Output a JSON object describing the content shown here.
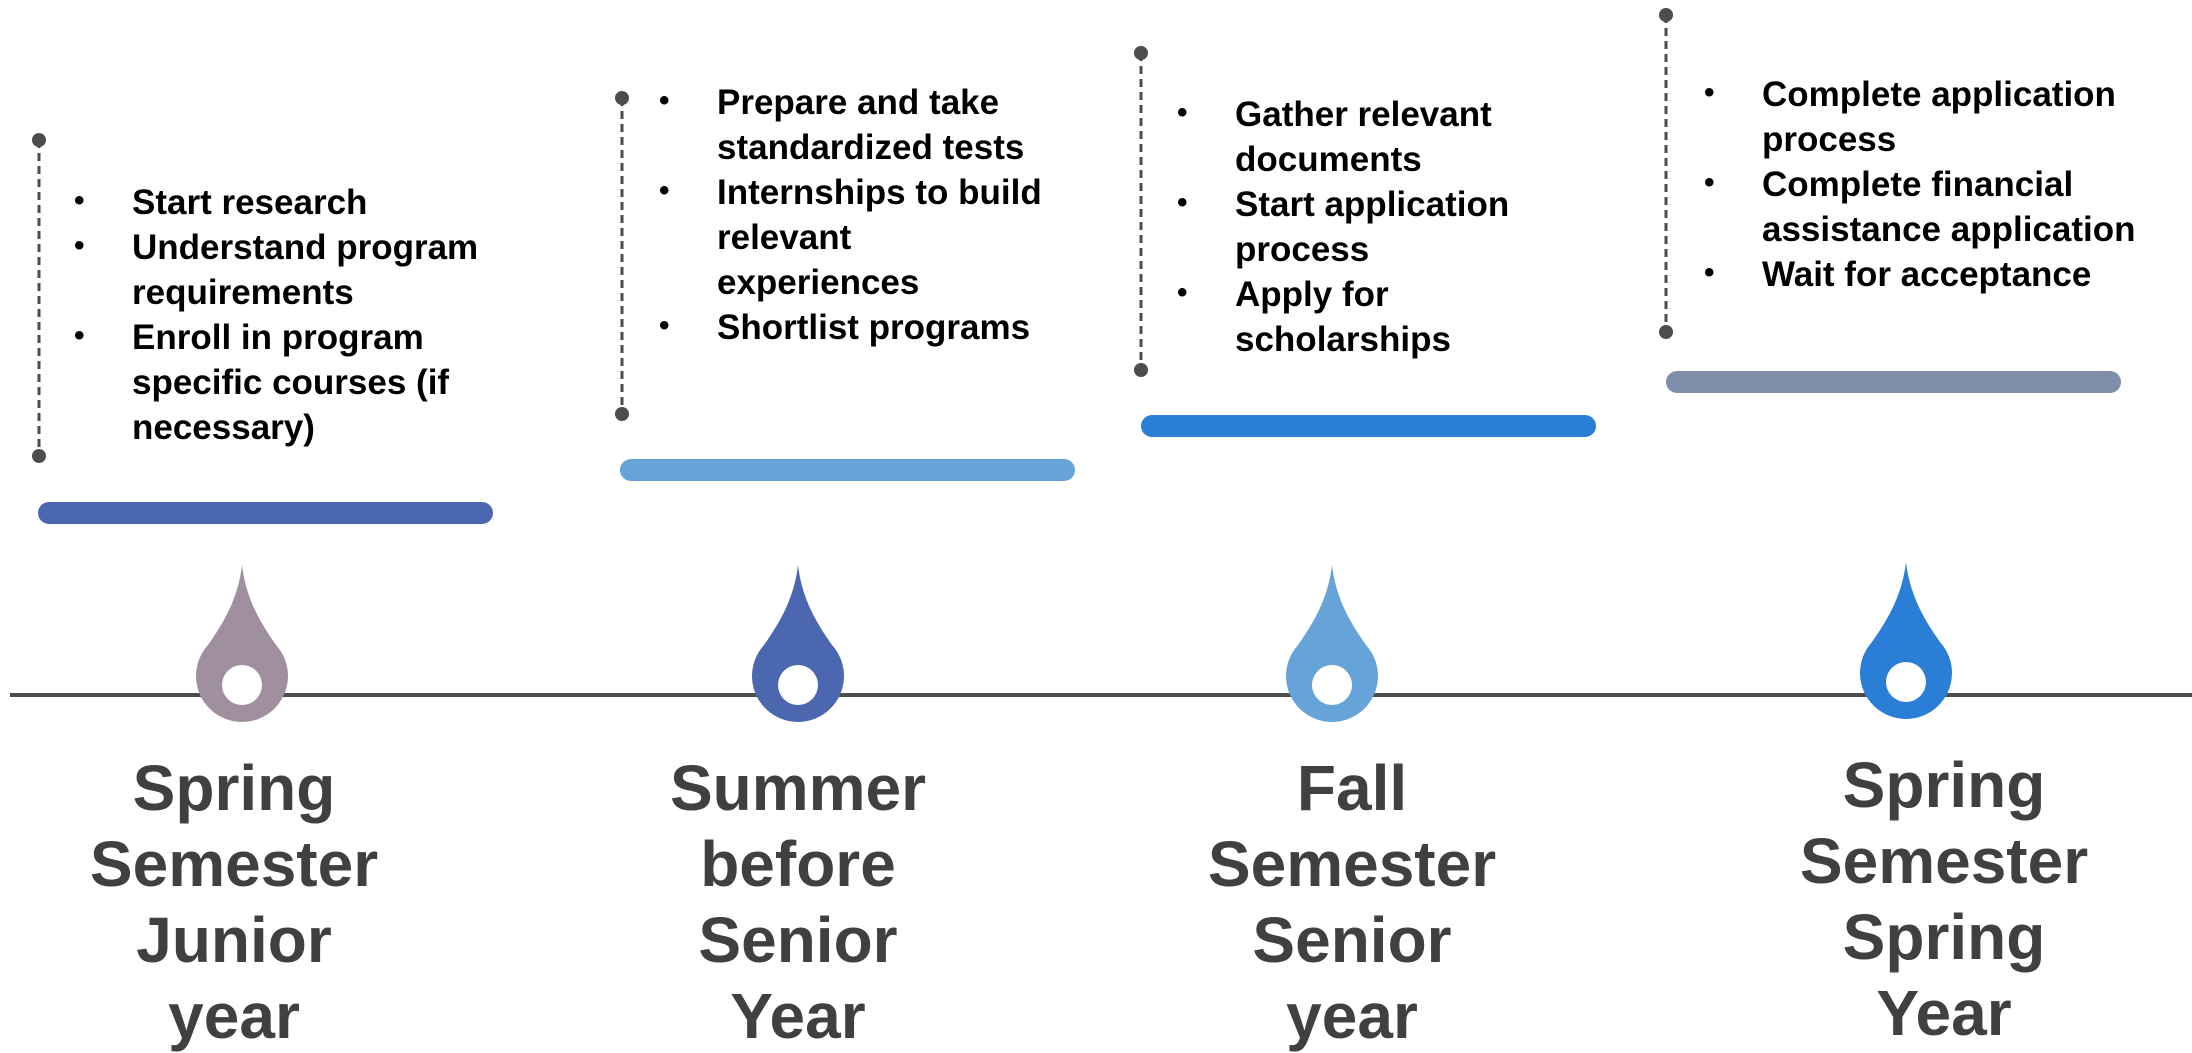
{
  "colors": {
    "timeline_line": "#4d4d4d",
    "leader_line": "#4d4d4d",
    "label_text": "#404040",
    "bullet_text": "#000000",
    "stage1": "#a0909f",
    "stage2": "#4a67b0",
    "stage3": "#66a3d8",
    "stage4": "#2a7ed6",
    "bar1": "#4a67b0",
    "bar2": "#66a3d8",
    "bar3": "#2a7ed6",
    "bar4": "#7f8fab"
  },
  "stages": [
    {
      "label": [
        "Spring",
        "Semester",
        "Junior",
        "year"
      ],
      "bullets": [
        "Start research",
        "Understand program requirements",
        "Enroll in program specific courses (if necessary)"
      ]
    },
    {
      "label": [
        "Summer",
        "before",
        "Senior",
        "Year"
      ],
      "bullets": [
        "Prepare and take standardized tests",
        "Internships to build relevant experiences",
        "Shortlist programs"
      ]
    },
    {
      "label": [
        "Fall",
        "Semester",
        "Senior",
        "year"
      ],
      "bullets": [
        "Gather relevant documents",
        "Start application process",
        "Apply for scholarships"
      ]
    },
    {
      "label": [
        "Spring",
        "Semester",
        "Spring",
        "Year"
      ],
      "bullets": [
        "Complete application process",
        "Complete financial assistance application",
        "Wait for acceptance"
      ]
    }
  ]
}
